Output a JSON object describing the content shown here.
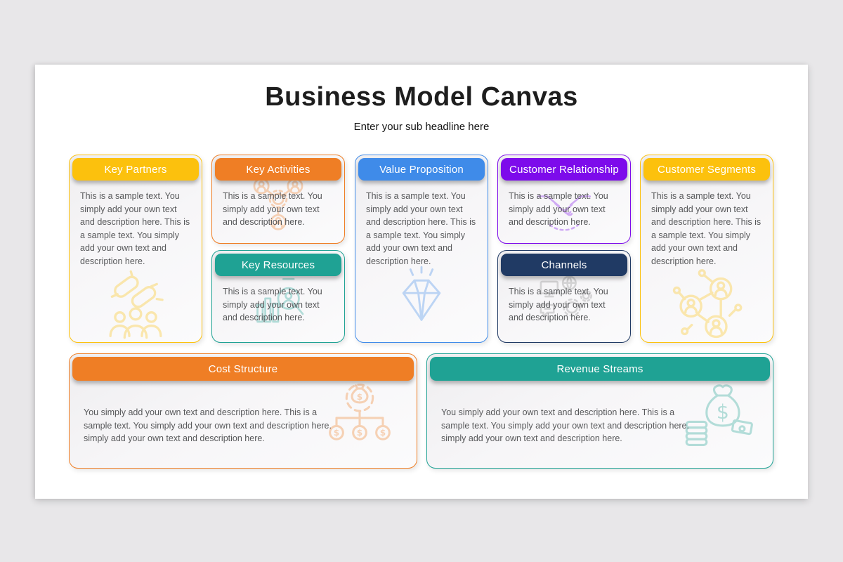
{
  "page": {
    "background_color": "#E8E7E9",
    "slide_background": "#FFFFFF"
  },
  "header": {
    "title": "Business Model Canvas",
    "subtitle": "Enter your sub headline here"
  },
  "cards": {
    "key_partners": {
      "title": "Key Partners",
      "body": "This is a sample text. You simply add your own text and description here. This is a sample text. You simply add your own text and description here.",
      "accent_color": "#FCC10D",
      "icon": "chain-people-icon"
    },
    "key_activities": {
      "title": "Key Activities",
      "body": "This is a sample text. You simply add your own text and description here.",
      "accent_color": "#EF7E25",
      "icon": "people-gear-icon"
    },
    "key_resources": {
      "title": "Key Resources",
      "body": "This is a sample text. You simply add your own text and description here.",
      "accent_color": "#1FA294",
      "icon": "magnifier-people-chart-icon"
    },
    "value_proposition": {
      "title": "Value Proposition",
      "body": "This is a sample text. You simply add your own text and description here. This is a sample text. You simply add your own text and description here.",
      "accent_color": "#3F8BE9",
      "icon": "diamond-icon"
    },
    "customer_relationship": {
      "title": "Customer Relationship",
      "body": "This is a sample text. You simply add your own text and description here.",
      "accent_color": "#7D0BEB",
      "icon": "handshake-icon"
    },
    "channels": {
      "title": "Channels",
      "body": "This is a sample text. You simply add your own text and description here.",
      "accent_color": "#203A64",
      "icon_color": "#9B9B9B",
      "icon": "devices-gears-icon"
    },
    "customer_segments": {
      "title": "Customer Segments",
      "body": "This is a sample text. You simply add your own text and description here. This is a sample text. You simply add your own text and description here.",
      "accent_color": "#FCC10D",
      "icon": "network-people-icon"
    },
    "cost_structure": {
      "title": "Cost Structure",
      "body": "You simply add your own text and description here. This is a sample text. You simply add your own text and description here. simply add your own text and description here.",
      "accent_color": "#EF7E25",
      "icon": "gear-money-icon"
    },
    "revenue_streams": {
      "title": "Revenue Streams",
      "body": "You simply add your own text and description here. This is a sample text. You simply add your own text and description here. simply add your own text and description here.",
      "accent_color": "#1FA294",
      "icon": "money-bag-icon"
    }
  }
}
